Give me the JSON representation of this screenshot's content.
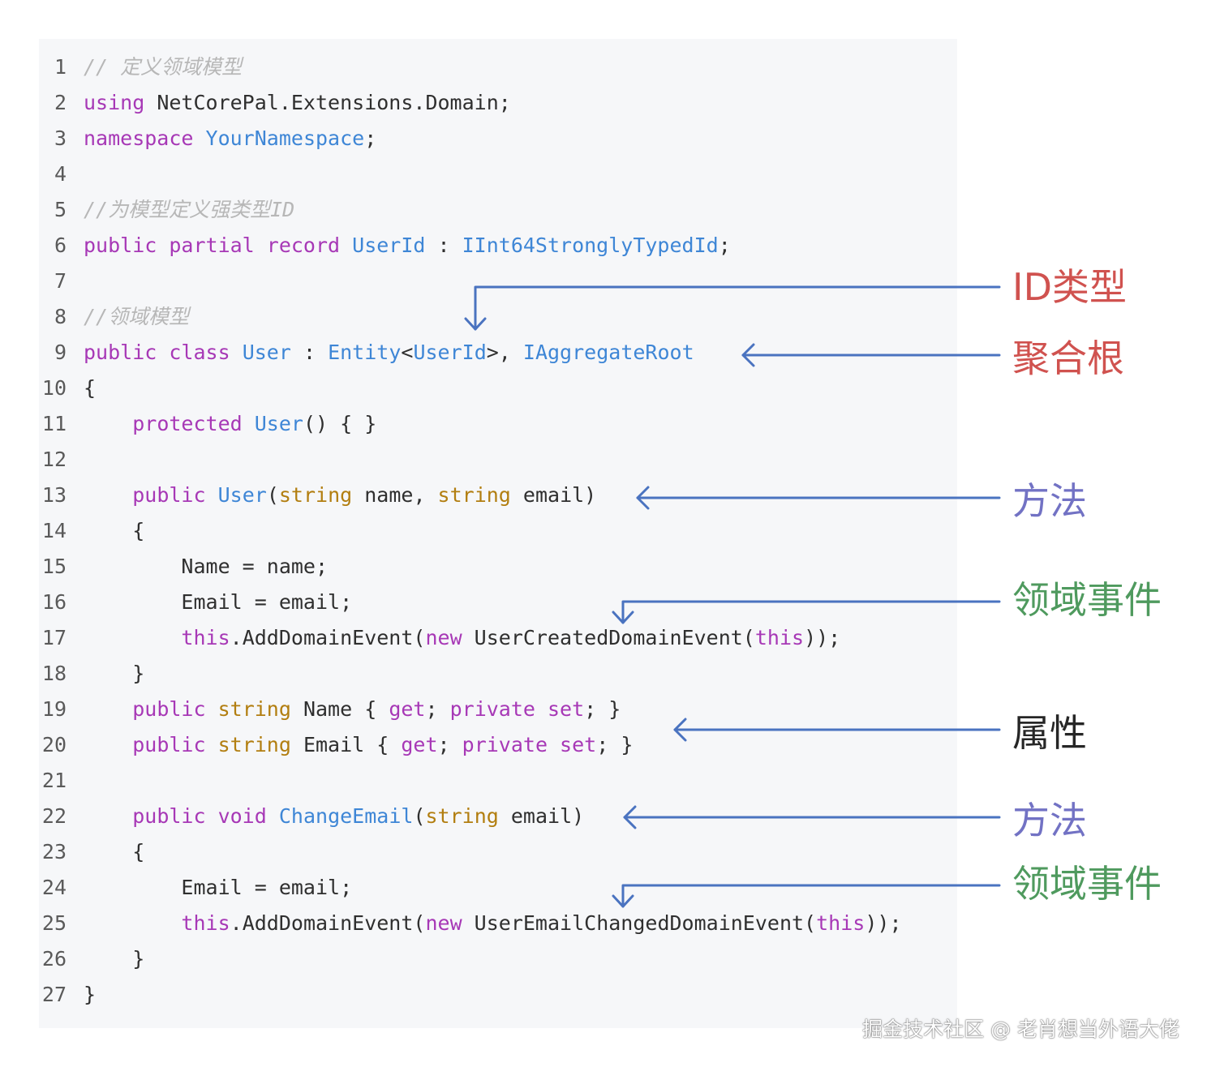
{
  "code": {
    "lines": [
      {
        "n": "1",
        "tokens": [
          [
            "comment",
            "// 定义领域模型"
          ]
        ]
      },
      {
        "n": "2",
        "tokens": [
          [
            "kw",
            "using"
          ],
          [
            "",
            " NetCorePal.Extensions.Domain;"
          ]
        ]
      },
      {
        "n": "3",
        "tokens": [
          [
            "kw",
            "namespace"
          ],
          [
            "",
            " "
          ],
          [
            "ty",
            "YourNamespace"
          ],
          [
            "",
            ";"
          ]
        ]
      },
      {
        "n": "4",
        "tokens": []
      },
      {
        "n": "5",
        "tokens": [
          [
            "comment",
            "//为模型定义强类型ID"
          ]
        ]
      },
      {
        "n": "6",
        "tokens": [
          [
            "kw",
            "public partial record"
          ],
          [
            "",
            " "
          ],
          [
            "ty",
            "UserId"
          ],
          [
            "",
            " : "
          ],
          [
            "ty",
            "IInt64StronglyTypedId"
          ],
          [
            "",
            ";"
          ]
        ]
      },
      {
        "n": "7",
        "tokens": []
      },
      {
        "n": "8",
        "tokens": [
          [
            "comment",
            "//领域模型"
          ]
        ]
      },
      {
        "n": "9",
        "tokens": [
          [
            "kw",
            "public class"
          ],
          [
            "",
            " "
          ],
          [
            "ty",
            "User"
          ],
          [
            "",
            " : "
          ],
          [
            "ty",
            "Entity"
          ],
          [
            "",
            "<"
          ],
          [
            "ty",
            "UserId"
          ],
          [
            "",
            ">, "
          ],
          [
            "ty",
            "IAggregateRoot"
          ]
        ]
      },
      {
        "n": "10",
        "tokens": [
          [
            "",
            "{"
          ]
        ]
      },
      {
        "n": "11",
        "tokens": [
          [
            "",
            "    "
          ],
          [
            "kw",
            "protected"
          ],
          [
            "",
            " "
          ],
          [
            "ty",
            "User"
          ],
          [
            "",
            "() { }"
          ]
        ]
      },
      {
        "n": "12",
        "tokens": []
      },
      {
        "n": "13",
        "tokens": [
          [
            "",
            "    "
          ],
          [
            "kw",
            "public"
          ],
          [
            "",
            " "
          ],
          [
            "ty",
            "User"
          ],
          [
            "",
            "("
          ],
          [
            "st",
            "string"
          ],
          [
            "",
            " name, "
          ],
          [
            "st",
            "string"
          ],
          [
            "",
            " email)"
          ]
        ]
      },
      {
        "n": "14",
        "tokens": [
          [
            "",
            "    {"
          ]
        ]
      },
      {
        "n": "15",
        "tokens": [
          [
            "",
            "        Name = name;"
          ]
        ]
      },
      {
        "n": "16",
        "tokens": [
          [
            "",
            "        Email = email;"
          ]
        ]
      },
      {
        "n": "17",
        "tokens": [
          [
            "",
            "        "
          ],
          [
            "kw",
            "this"
          ],
          [
            "",
            ".AddDomainEvent("
          ],
          [
            "kw",
            "new"
          ],
          [
            "",
            " UserCreatedDomainEvent("
          ],
          [
            "kw",
            "this"
          ],
          [
            "",
            "));"
          ]
        ]
      },
      {
        "n": "18",
        "tokens": [
          [
            "",
            "    }"
          ]
        ]
      },
      {
        "n": "19",
        "tokens": [
          [
            "",
            "    "
          ],
          [
            "kw",
            "public"
          ],
          [
            "",
            " "
          ],
          [
            "st",
            "string"
          ],
          [
            "",
            " Name { "
          ],
          [
            "kw",
            "get"
          ],
          [
            "",
            "; "
          ],
          [
            "kw",
            "private set"
          ],
          [
            "",
            "; }"
          ]
        ]
      },
      {
        "n": "20",
        "tokens": [
          [
            "",
            "    "
          ],
          [
            "kw",
            "public"
          ],
          [
            "",
            " "
          ],
          [
            "st",
            "string"
          ],
          [
            "",
            " Email { "
          ],
          [
            "kw",
            "get"
          ],
          [
            "",
            "; "
          ],
          [
            "kw",
            "private set"
          ],
          [
            "",
            "; }"
          ]
        ]
      },
      {
        "n": "21",
        "tokens": []
      },
      {
        "n": "22",
        "tokens": [
          [
            "",
            "    "
          ],
          [
            "kw",
            "public void"
          ],
          [
            "",
            " "
          ],
          [
            "ty",
            "ChangeEmail"
          ],
          [
            "",
            "("
          ],
          [
            "st",
            "string"
          ],
          [
            "",
            " email)"
          ]
        ]
      },
      {
        "n": "23",
        "tokens": [
          [
            "",
            "    {"
          ]
        ]
      },
      {
        "n": "24",
        "tokens": [
          [
            "",
            "        Email = email;"
          ]
        ]
      },
      {
        "n": "25",
        "tokens": [
          [
            "",
            "        "
          ],
          [
            "kw",
            "this"
          ],
          [
            "",
            ".AddDomainEvent("
          ],
          [
            "kw",
            "new"
          ],
          [
            "",
            " UserEmailChangedDomainEvent("
          ],
          [
            "kw",
            "this"
          ],
          [
            "",
            "));"
          ]
        ]
      },
      {
        "n": "26",
        "tokens": [
          [
            "",
            "    }"
          ]
        ]
      },
      {
        "n": "27",
        "tokens": [
          [
            "",
            "}"
          ]
        ]
      }
    ]
  },
  "annotations": [
    {
      "label": "ID类型",
      "color": "#d0524f"
    },
    {
      "label": "聚合根",
      "color": "#d0524f"
    },
    {
      "label": "方法",
      "color": "#7272c4"
    },
    {
      "label": "领域事件",
      "color": "#4f9a5e"
    },
    {
      "label": "属性",
      "color": "#262626"
    },
    {
      "label": "方法",
      "color": "#7272c4"
    },
    {
      "label": "领域事件",
      "color": "#4f9a5e"
    }
  ],
  "arrow_color": "#4a73c0",
  "watermark": "掘金技术社区 @ 老肖想当外语大佬"
}
